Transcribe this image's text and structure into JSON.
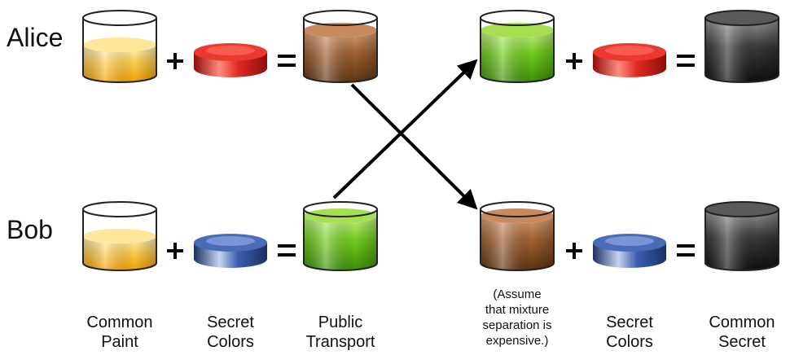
{
  "rows": {
    "alice": {
      "label": "Alice"
    },
    "bob": {
      "label": "Bob"
    }
  },
  "operators": {
    "plus": "+",
    "equals": "="
  },
  "captions": {
    "common_paint": [
      "Common",
      "Paint"
    ],
    "secret_colors_left": [
      "Secret",
      "Colors"
    ],
    "public_transport": [
      "Public",
      "Transport"
    ],
    "assumption_note": [
      "(Assume",
      "that mixture",
      "separation is",
      "expensive.)"
    ],
    "secret_colors_right": [
      "Secret",
      "Colors"
    ],
    "common_secret": [
      "Common",
      "Secret"
    ]
  },
  "colors": {
    "common_paint": "#f9b21c",
    "alice_secret": "#d9231b",
    "bob_secret": "#2f4f9a",
    "alice_mix": "#9a5a2b",
    "bob_mix": "#5fbf1c",
    "common_secret": "#2b2b2b",
    "arrow": "#000000"
  }
}
